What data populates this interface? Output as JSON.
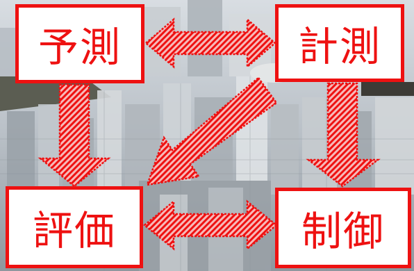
{
  "diagram": {
    "boxes": {
      "yosoku": "予測",
      "keisoku": "計測",
      "hyoka": "評価",
      "seigyo": "制御"
    },
    "accent_color": "#ee1111",
    "arrow_fill": "hatched-red",
    "arrows": [
      {
        "from": "予測",
        "to": "計測",
        "direction": "bidirectional"
      },
      {
        "from": "評価",
        "to": "制御",
        "direction": "bidirectional"
      },
      {
        "from": "予測",
        "to": "評価",
        "direction": "one-way"
      },
      {
        "from": "計測",
        "to": "制御",
        "direction": "one-way"
      },
      {
        "from": "計測",
        "to": "評価",
        "direction": "one-way"
      }
    ],
    "background": "city-skyline-photo"
  }
}
